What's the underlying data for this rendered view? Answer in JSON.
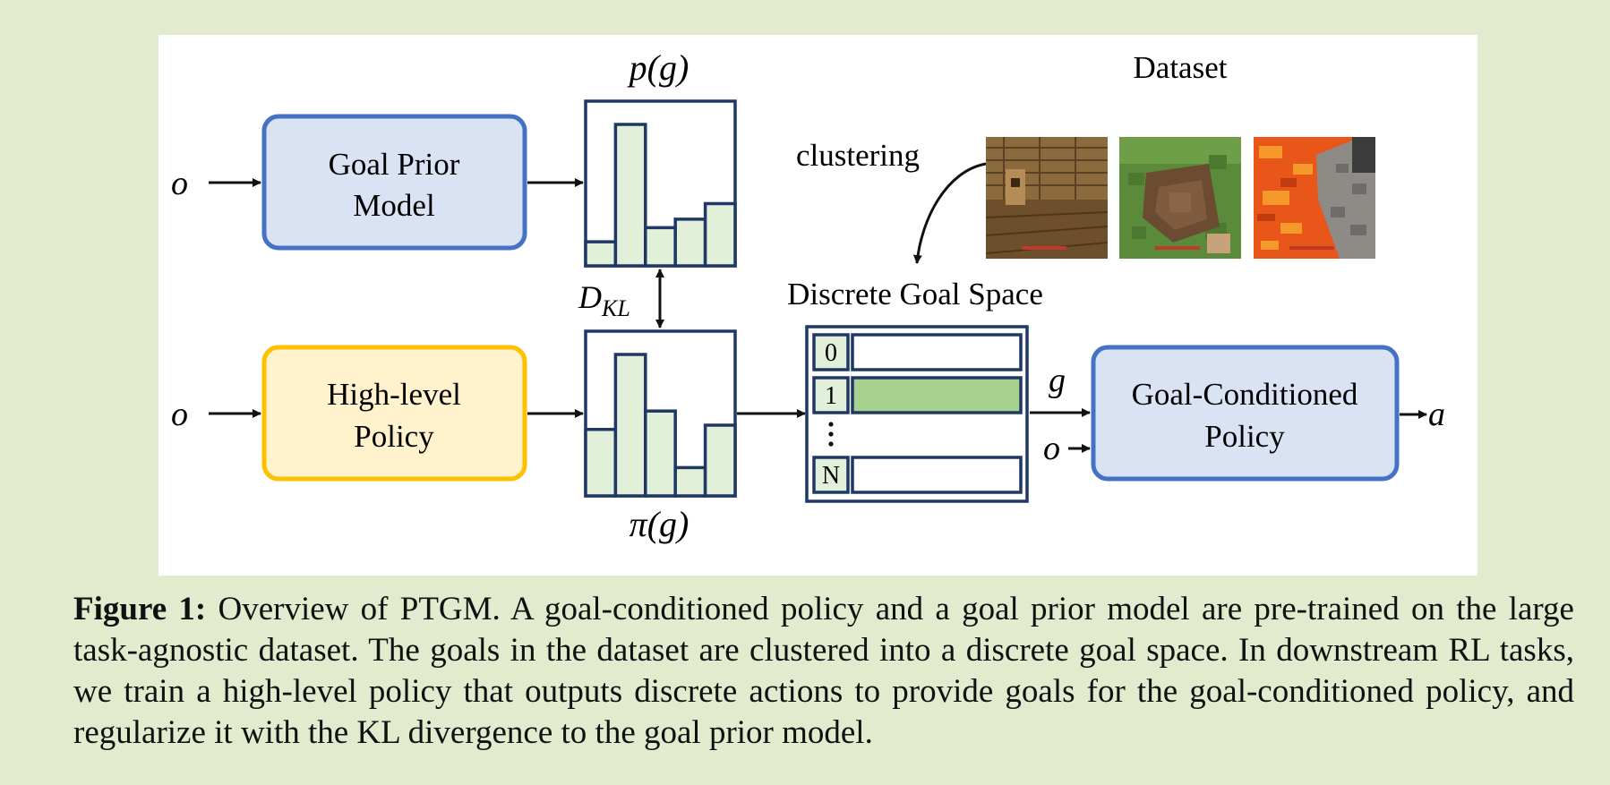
{
  "figure": {
    "boxes": {
      "goal_prior": [
        "Goal Prior",
        "Model"
      ],
      "high_level": [
        "High-level",
        "Policy"
      ],
      "goal_conditioned": [
        "Goal-Conditioned",
        "Policy"
      ]
    },
    "labels": {
      "prior_dist": "p(g)",
      "policy_dist": "π(g)",
      "kl_main": "D",
      "kl_sub": "KL",
      "obs_1": "o",
      "obs_2": "o",
      "obs_3": "o",
      "goal": "g",
      "action": "a",
      "dataset": "Dataset",
      "clustering": "clustering",
      "discrete_goal_space": "Discrete Goal Space"
    },
    "goal_space_slots": [
      "0",
      "1",
      "N"
    ],
    "selected_slot": "1",
    "prior_histogram": [
      0.17,
      1.0,
      0.27,
      0.33,
      0.44
    ],
    "policy_histogram": [
      0.47,
      1.0,
      0.6,
      0.2,
      0.5
    ],
    "dataset_images": [
      "wooden-room-image",
      "grass-dirt-image",
      "lava-stone-image"
    ],
    "colors": {
      "background": "#e2ebcd",
      "box_blue_fill": "#dae3f3",
      "box_blue_stroke": "#4472c4",
      "box_yellow_fill": "#fff2cc",
      "box_yellow_stroke": "#ffc000",
      "hist_fill": "#e2efd9",
      "hist_stroke": "#1f3864",
      "selected_slot_fill": "#a9d18e"
    }
  },
  "caption": {
    "label": "Figure 1:",
    "text": " Overview of PTGM. A goal-conditioned policy and a goal prior model are pre-trained on the large task-agnostic dataset. The goals in the dataset are clustered into a discrete goal space. In downstream RL tasks, we train a high-level policy that outputs discrete actions to provide goals for the goal-conditioned policy, and regularize it with the KL divergence to the goal prior model."
  }
}
